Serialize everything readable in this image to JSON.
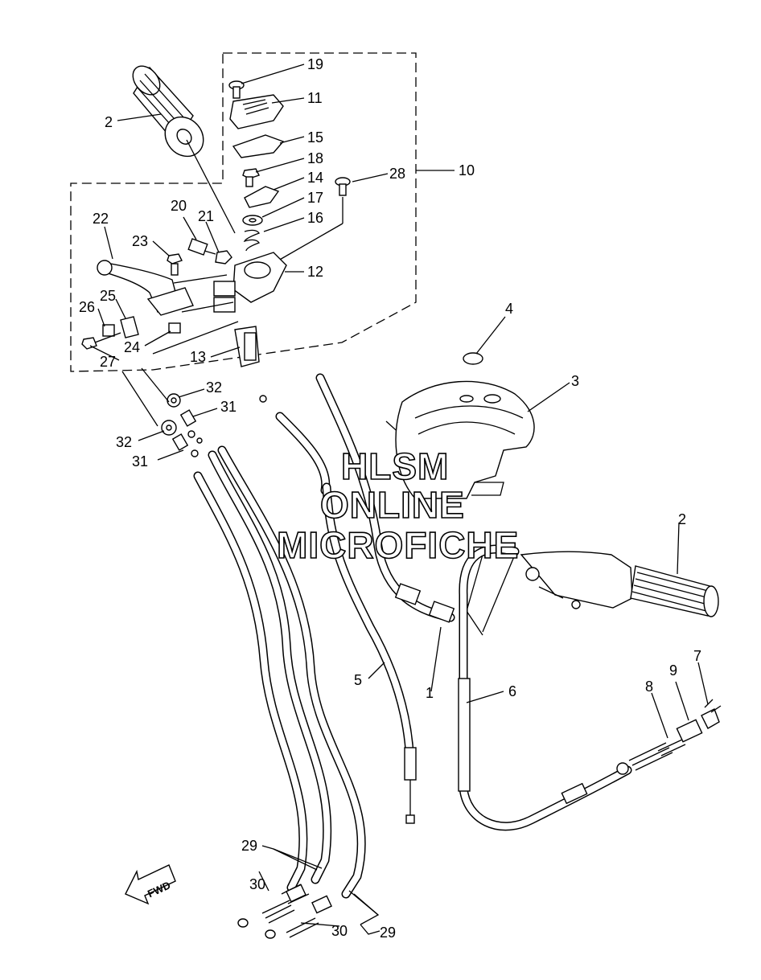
{
  "callouts": [
    {
      "id": "c1",
      "text": "1"
    },
    {
      "id": "c2a",
      "text": "2"
    },
    {
      "id": "c2b",
      "text": "2"
    },
    {
      "id": "c3",
      "text": "3"
    },
    {
      "id": "c4",
      "text": "4"
    },
    {
      "id": "c5",
      "text": "5"
    },
    {
      "id": "c6",
      "text": "6"
    },
    {
      "id": "c7",
      "text": "7"
    },
    {
      "id": "c8",
      "text": "8"
    },
    {
      "id": "c9",
      "text": "9"
    },
    {
      "id": "c10",
      "text": "10"
    },
    {
      "id": "c11",
      "text": "11"
    },
    {
      "id": "c12",
      "text": "12"
    },
    {
      "id": "c13",
      "text": "13"
    },
    {
      "id": "c14",
      "text": "14"
    },
    {
      "id": "c15",
      "text": "15"
    },
    {
      "id": "c16",
      "text": "16"
    },
    {
      "id": "c17",
      "text": "17"
    },
    {
      "id": "c18",
      "text": "18"
    },
    {
      "id": "c19",
      "text": "19"
    },
    {
      "id": "c20",
      "text": "20"
    },
    {
      "id": "c21",
      "text": "21"
    },
    {
      "id": "c22",
      "text": "22"
    },
    {
      "id": "c23",
      "text": "23"
    },
    {
      "id": "c24",
      "text": "24"
    },
    {
      "id": "c25",
      "text": "25"
    },
    {
      "id": "c26",
      "text": "26"
    },
    {
      "id": "c27",
      "text": "27"
    },
    {
      "id": "c28",
      "text": "28"
    },
    {
      "id": "c29a",
      "text": "29"
    },
    {
      "id": "c29b",
      "text": "29"
    },
    {
      "id": "c30a",
      "text": "30"
    },
    {
      "id": "c30b",
      "text": "30"
    },
    {
      "id": "c31a",
      "text": "31"
    },
    {
      "id": "c31b",
      "text": "31"
    },
    {
      "id": "c32a",
      "text": "32"
    },
    {
      "id": "c32b",
      "text": "32"
    }
  ],
  "watermark": {
    "line1": "HLSM",
    "line2": "ONLINE",
    "line3": "MICROFICHE"
  },
  "direction_arrow": {
    "label": "FWD",
    "icon": "arrow-forward-icon"
  },
  "colors": {
    "line": "#000000",
    "background": "#ffffff"
  }
}
